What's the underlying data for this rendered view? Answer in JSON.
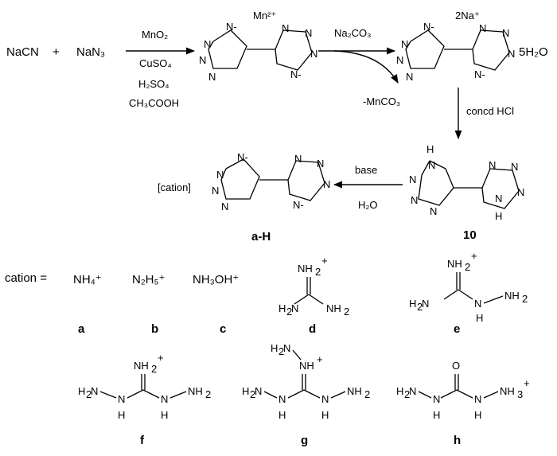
{
  "reactants": {
    "nacn": "NaCN",
    "plus": "+",
    "nan3": "NaN₃"
  },
  "step1": {
    "reagents": [
      "MnO₂",
      "CuSO₄",
      "H₂SO₄",
      "CH₃COOH"
    ]
  },
  "mn_salt": {
    "counter_ion": "Mn²⁺"
  },
  "step2": {
    "reagent": "Na₂CO₃",
    "byproduct": "-MnCO₃"
  },
  "na_salt": {
    "counter_ion": "2Na⁺",
    "hydrate": "5H₂O"
  },
  "step3": {
    "reagent": "concd HCl"
  },
  "compound_10": {
    "label": "10"
  },
  "step4": {
    "reagent_top": "base",
    "reagent_bottom": "H₂O"
  },
  "product": {
    "prefix": "[cation]",
    "label": "a-H"
  },
  "cation_header": "cation =",
  "cations": [
    {
      "id": "a",
      "formula": "NH₄⁺"
    },
    {
      "id": "b",
      "formula": "N₂H₅⁺"
    },
    {
      "id": "c",
      "formula": "NH₃OH⁺"
    },
    {
      "id": "d",
      "formula": "guanidinium"
    },
    {
      "id": "e",
      "formula": "aminoguanidinium"
    },
    {
      "id": "f",
      "formula": "diaminoguanidinium"
    },
    {
      "id": "g",
      "formula": "triaminoguanidinium"
    },
    {
      "id": "h",
      "formula": "carbohydrazidium"
    }
  ]
}
